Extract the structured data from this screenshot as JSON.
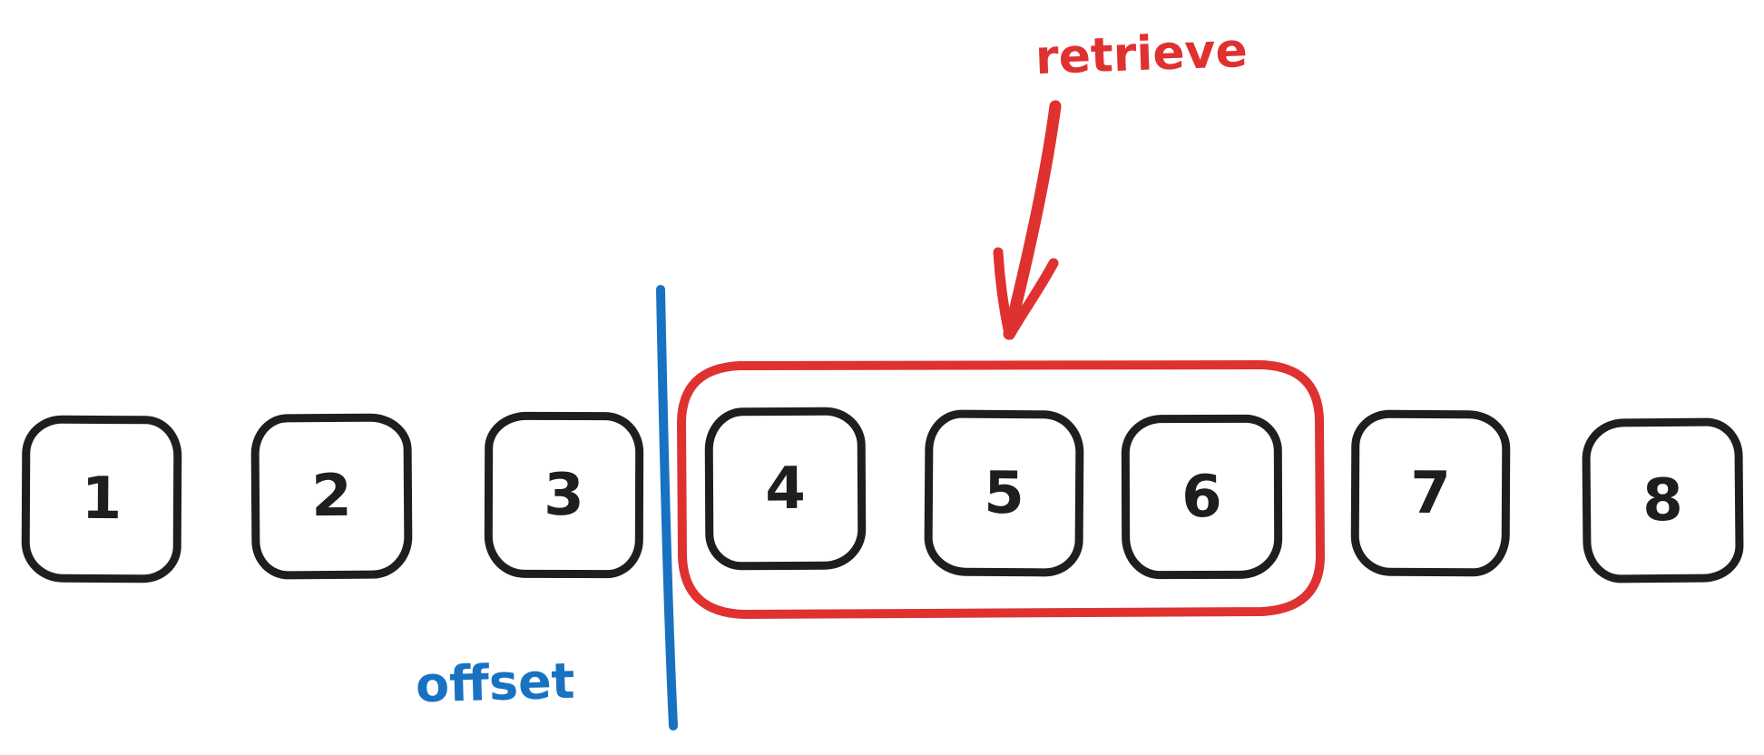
{
  "diagram": {
    "boxes": [
      {
        "label": "1",
        "highlighted": false
      },
      {
        "label": "2",
        "highlighted": false
      },
      {
        "label": "3",
        "highlighted": false
      },
      {
        "label": "4",
        "highlighted": true
      },
      {
        "label": "5",
        "highlighted": true
      },
      {
        "label": "6",
        "highlighted": true
      },
      {
        "label": "7",
        "highlighted": false
      },
      {
        "label": "8",
        "highlighted": false
      }
    ],
    "labels": {
      "offset": "offset",
      "retrieve": "retrieve"
    },
    "colors": {
      "box_stroke": "#1e1e1e",
      "offset_blue": "#1971c2",
      "retrieve_red": "#e03131",
      "background": "#ffffff"
    }
  }
}
